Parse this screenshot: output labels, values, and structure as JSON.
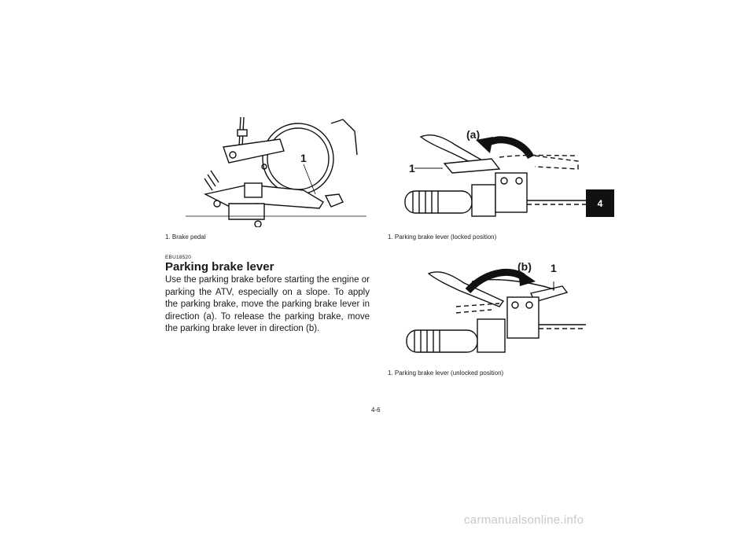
{
  "figures": {
    "brake_pedal": {
      "callout": "1",
      "caption": "1. Brake pedal"
    },
    "locked": {
      "callout": "1",
      "direction": "(a)",
      "caption": "1. Parking brake lever (locked position)"
    },
    "unlocked": {
      "callout": "1",
      "direction": "(b)",
      "caption": "1. Parking brake lever (unlocked position)"
    }
  },
  "section": {
    "code": "EBU18520",
    "title": "Parking brake lever",
    "body": "Use the parking brake before starting the engine or parking the ATV, especially on a slope. To apply the parking brake, move the parking brake lever in direction (a). To release the parking brake, move the parking brake lever in direction (b)."
  },
  "page_number": "4-6",
  "chapter_tab": "4",
  "watermark": "carmanualsonline.info"
}
